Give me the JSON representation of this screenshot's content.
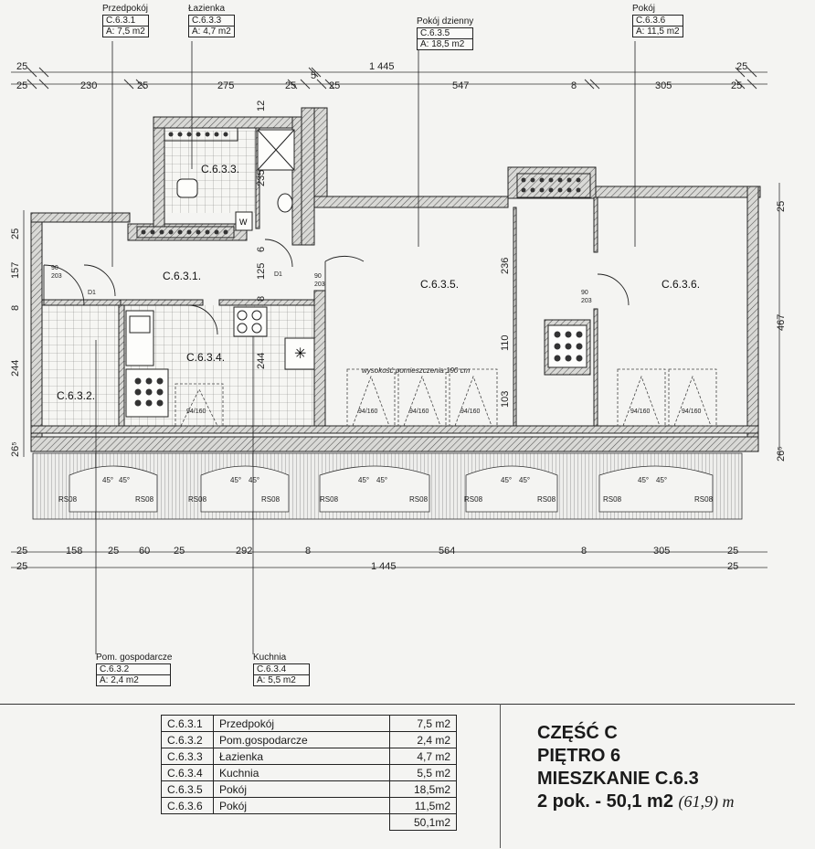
{
  "rooms": [
    {
      "id": "C.6.3.1",
      "name": "Przedpokój",
      "area": "7,5 m2"
    },
    {
      "id": "C.6.3.2",
      "name": "Pom.gospodarcze",
      "area": "2,4 m2"
    },
    {
      "id": "C.6.3.3",
      "name": "Łazienka",
      "area": "4,7 m2"
    },
    {
      "id": "C.6.3.4",
      "name": "Kuchnia",
      "area": "5,5 m2"
    },
    {
      "id": "C.6.3.5",
      "name": "Pokój",
      "area": "18,5m2"
    },
    {
      "id": "C.6.3.6",
      "name": "Pokój",
      "area": "11,5m2"
    }
  ],
  "total_area": "50,1m2",
  "summary": {
    "line1": "CZĘŚĆ C",
    "line2": "PIĘTRO 6",
    "line3": "MIESZKANIE C.6.3",
    "line4": "2 pok. - 50,1 m2",
    "handwritten": "(61,9) m"
  },
  "tags": {
    "przedpokoj": {
      "title": "Przedpokój",
      "id": "C.6.3.1",
      "area": "A: 7,5 m2"
    },
    "lazienka": {
      "title": "Łazienka",
      "id": "C.6.3.3",
      "area": "A: 4,7 m2"
    },
    "dzienny": {
      "title": "Pokój dzienny",
      "id": "C.6.3.5",
      "area": "A: 18,5 m2"
    },
    "pokoj": {
      "title": "Pokój",
      "id": "C.6.3.6",
      "area": "A: 11,5 m2"
    },
    "gospodarcze": {
      "title": "Pom. gospodarcze",
      "id": "C.6.3.2",
      "area": "A: 2,4 m2"
    },
    "kuchnia": {
      "title": "Kuchnia",
      "id": "C.6.3.4",
      "area": "A: 5,5 m2"
    }
  },
  "plan_labels": {
    "r1": "C.6.3.1.",
    "r2": "C.6.3.2.",
    "r3": "C.6.3.3.",
    "r4": "C.6.3.4.",
    "r5": "C.6.3.5.",
    "r6": "C.6.3.6.",
    "height_note": "wysokość pomieszczenia 190 cm",
    "window": "94/160",
    "radiator": "RS08",
    "angle": "45°",
    "door_w": "90",
    "door_h": "203",
    "door_tag": "D1",
    "wc": "W"
  },
  "dims": {
    "top1": [
      "25",
      "1 445",
      "25"
    ],
    "top1_mid": "5",
    "top2": [
      "25",
      "230",
      "25",
      "275",
      "25",
      "25",
      "547",
      "8",
      "305",
      "25"
    ],
    "bottom1": [
      "25",
      "158",
      "25",
      "60",
      "25",
      "292",
      "8",
      "564",
      "8",
      "305",
      "25"
    ],
    "bottom2": [
      "25",
      "1 445",
      "25"
    ],
    "left": [
      "25",
      "157",
      "8",
      "244",
      "26⁵"
    ],
    "right": [
      "25",
      "467",
      "26⁵"
    ],
    "inner": [
      "12",
      "235",
      "6",
      "125",
      "8",
      "244",
      "236",
      "110",
      "103"
    ]
  }
}
